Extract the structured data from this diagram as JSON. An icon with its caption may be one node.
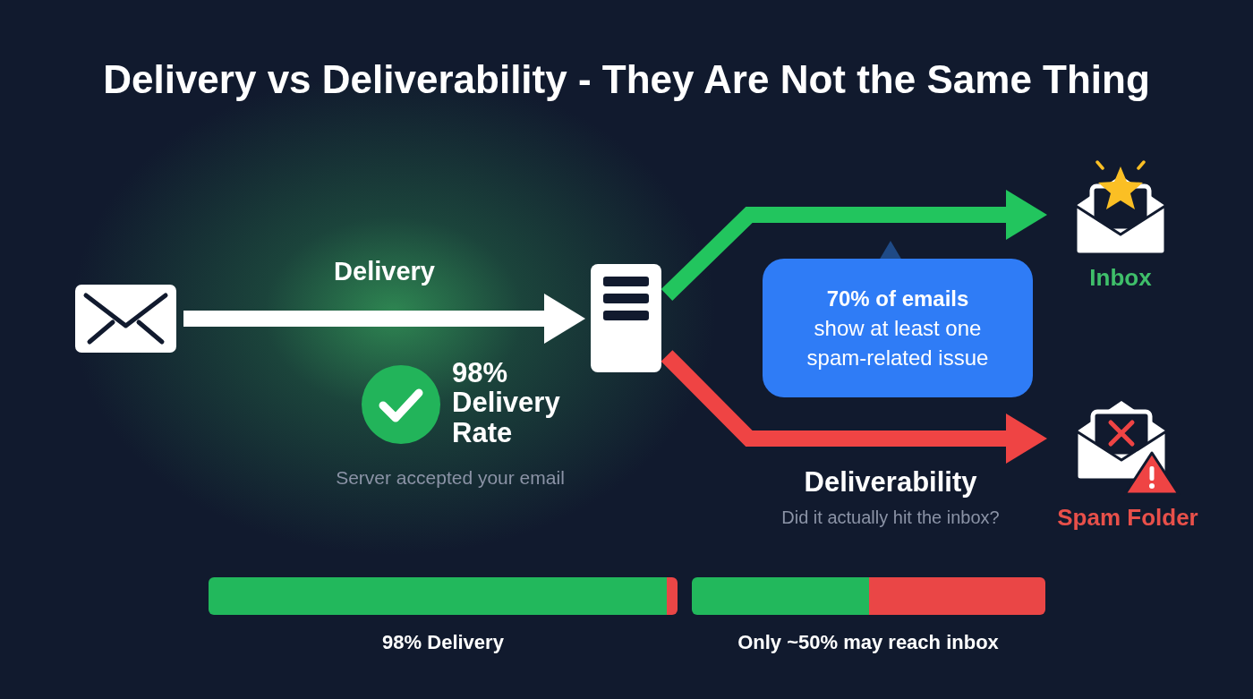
{
  "diagram": {
    "title": "Delivery vs Deliverability - They Are Not the Same Thing",
    "nodes": [
      {
        "text": [],
        "shape": "picture"
      },
      {
        "text": [],
        "shape": "picture"
      },
      {
        "text": [
          "Inbox"
        ]
      },
      {
        "text": [
          "Spam Folder"
        ]
      },
      {
        "text": [
          "**70% of emails** show at least one spam-related issue"
        ]
      }
    ],
    "edges": [
      {
        "from": 0,
        "to": 1,
        "arrow": "to",
        "label": "Delivery"
      },
      {
        "from": 1,
        "to": 2,
        "arrow": "to",
        "color": "#22c55e"
      },
      {
        "from": 1,
        "to": 3,
        "arrow": "to",
        "color": "#ef4444"
      }
    ],
    "labels": [
      "98% Delivery Rate",
      "Server accepted your email",
      "Deliverability",
      "Did it actually hit the inbox?",
      "98% Delivery",
      "Only ~50% may reach inbox"
    ]
  }
}
